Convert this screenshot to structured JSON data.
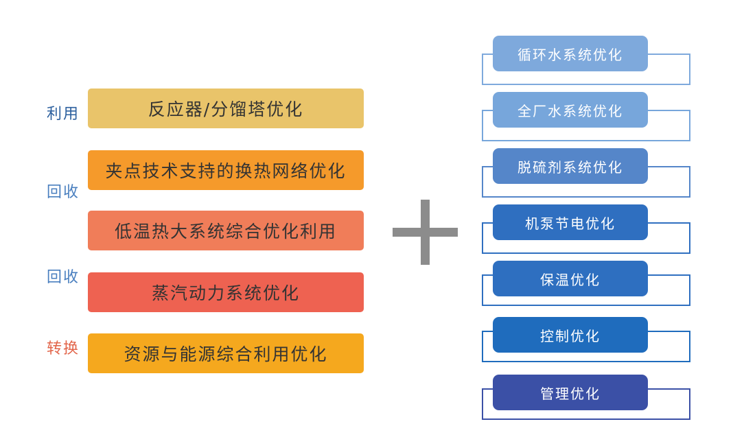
{
  "left_labels": [
    {
      "text": "利用",
      "color": "#2b5f9e"
    },
    {
      "text": "回收",
      "color": "#4a7fbf"
    },
    {
      "text": "回收",
      "color": "#4a7fbf"
    },
    {
      "text": "转换",
      "color": "#e2654a"
    }
  ],
  "left_boxes": [
    {
      "text": "反应器/分馏塔优化",
      "color": "#e9c46a"
    },
    {
      "text": "夹点技术支持的换热网络优化",
      "color": "#f59a2b"
    },
    {
      "text": "低温热大系统综合优化利用",
      "color": "#f07d59"
    },
    {
      "text": "蒸汽动力系统优化",
      "color": "#ee6251"
    },
    {
      "text": "资源与能源综合利用优化",
      "color": "#f5a81e"
    }
  ],
  "right_items": [
    {
      "text": "循环水系统优化",
      "color": "#7ea9dc",
      "frame": "below"
    },
    {
      "text": "全厂水系统优化",
      "color": "#77a6db",
      "frame": "below"
    },
    {
      "text": "脱硫剂系统优化",
      "color": "#5586c9",
      "frame": "below"
    },
    {
      "text": "机泵节电优化",
      "color": "#2f6fc0",
      "frame": "below"
    },
    {
      "text": "保温优化",
      "color": "#2e6fc0",
      "frame": "above"
    },
    {
      "text": "控制优化",
      "color": "#1f6cbd",
      "frame": "above"
    },
    {
      "text": "管理优化",
      "color": "#3b50a6",
      "frame": "above"
    }
  ]
}
